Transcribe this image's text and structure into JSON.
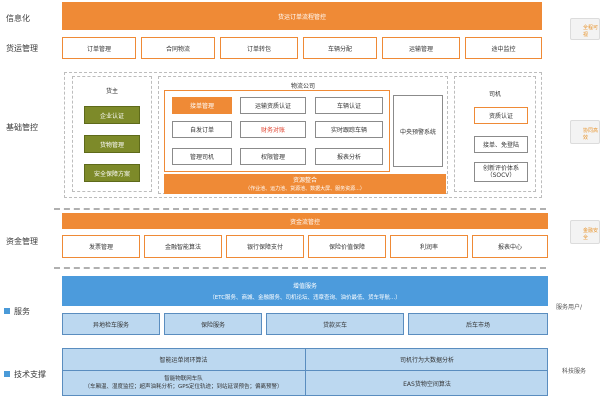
{
  "rows": {
    "informatization": "信息化",
    "freight": "货运管理",
    "basic": "基础管控",
    "funds": "资金管理",
    "service": "服务",
    "tech": "技术支撑"
  },
  "top_bar": "货运订单流程管控",
  "freight_items": [
    "订单管理",
    "合同物流",
    "订单转包",
    "车辆分配",
    "运输管理",
    "途中监控"
  ],
  "shipper": {
    "title": "货主",
    "items": [
      "企业认证",
      "货物管理",
      "安全保障方案"
    ]
  },
  "logistics": {
    "title": "物流公司",
    "col1": [
      "接单管理",
      "自发订单",
      "管理司机"
    ],
    "col2": [
      "运输资质认证",
      "财务对账",
      "权限管理"
    ],
    "col3": [
      "车辆认证",
      "实时跟踪车辆",
      "报表分析"
    ],
    "central": "中央预警系统",
    "resource_title": "资源整合",
    "resource_detail": "（作业池、运力池、货源池、数据大屏、服务资源...）"
  },
  "driver": {
    "title": "司机",
    "items": [
      "资质认证",
      "接单、免登陆",
      "创新评价体系\n（SOCV）"
    ]
  },
  "fund_bar": "资金流管控",
  "fund_items": [
    "发票管理",
    "金融智能算法",
    "银行保障支付",
    "保险价值保障",
    "利润率",
    "报表中心"
  ],
  "value_service": {
    "title": "增值服务",
    "detail": "（ETC服务、商城、金融服务、司机论坛、违章查询、油价最低、货车导航...）"
  },
  "service_items": [
    "异地检车服务",
    "保险服务",
    "贷款买车",
    "后车市场"
  ],
  "tech_left_top": "智能运单闭环算法",
  "tech_left_bottom": "智能物联网车队\n（车厢温、湿度监控；超声油耗分析；GPS定位轨迹；到站延误预告；偏离预警）",
  "tech_right_top": "司机行为大数据分析",
  "tech_right_bottom": "EAS货物空间算法",
  "side_labels": {
    "service_user": "服务用户/",
    "tech_support": "科技服务"
  },
  "ribbons": [
    "全程可视",
    "协同高效",
    "金融安全"
  ],
  "colors": {
    "orange": "#ef8a36",
    "olive": "#7d8a29",
    "blue": "#4c9bdc",
    "light_blue": "#bcd8f0"
  }
}
